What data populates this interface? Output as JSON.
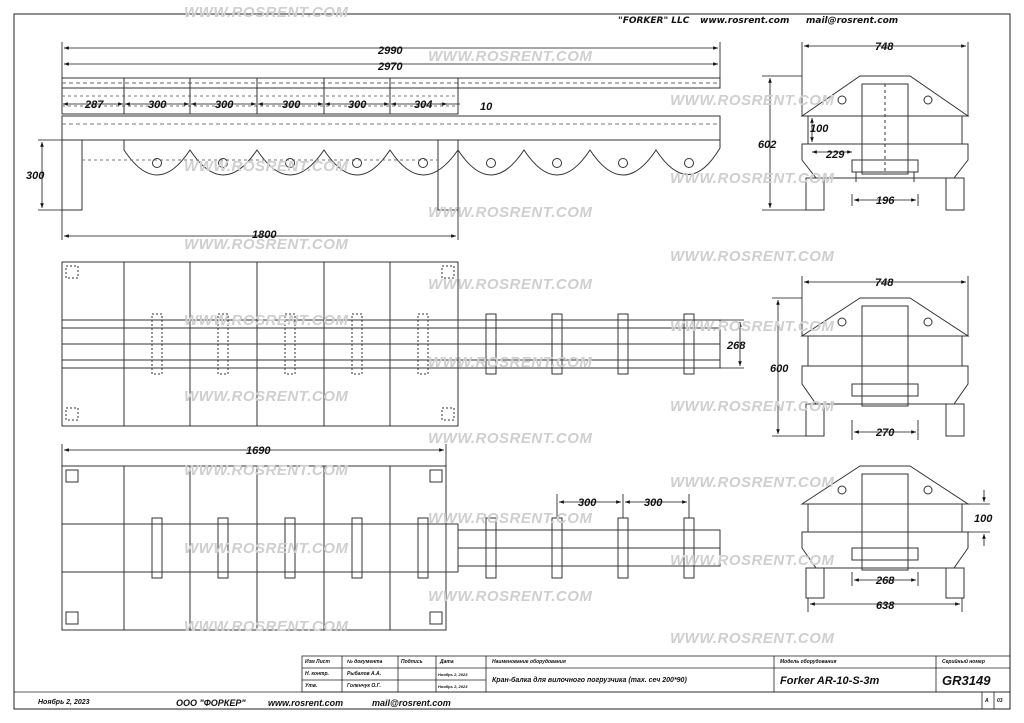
{
  "header": {
    "company": "\"FORKER\" LLC",
    "site": "www.rosrent.com",
    "email": "mail@rosrent.com"
  },
  "watermark": "WWW.ROSRENT.COM",
  "dims": {
    "total_length_1": "2990",
    "total_length_2": "2970",
    "seg_1": "287",
    "seg_2": "300",
    "seg_3": "300",
    "seg_4": "300",
    "seg_5": "300",
    "seg_6": "304",
    "gap": "10",
    "leg_height": "300",
    "base_length": "1800",
    "plan_width": "268",
    "lower_base_length": "1690",
    "pitch_1": "300",
    "pitch_2": "300",
    "end1_width": "748",
    "end1_height": "602",
    "end1_100": "100",
    "end1_229": "229",
    "end1_196": "196",
    "end2_width": "748",
    "end2_height": "600",
    "end2_270": "270",
    "end3_100": "100",
    "end3_268": "268",
    "end3_638": "638"
  },
  "title_block": {
    "col_izm": "Изм Лист",
    "col_doc": "№ документа",
    "col_sign": "Подпись",
    "col_date": "Дата",
    "row_check": "Н. контр.",
    "row_check_name": "Рыбалов А.А.",
    "row_check_date": "Ноябрь 2, 2023",
    "row_appr": "Утв.",
    "row_appr_name": "Голенчук О.Г.",
    "row_appr_date": "Ноябрь 2, 2023",
    "name_header": "Наименование оборудования",
    "name_value": "Кран-балка для вилочного погрузчика (max. сеч 200*90)",
    "model_header": "Модель оборудования",
    "model_value": "Forker AR-10-S-3m",
    "serial_header": "Серийный номер",
    "serial_value": "GR3149",
    "sheet_a": "А",
    "sheet_num": "03"
  },
  "footer": {
    "date": "Ноябрь 2, 2023",
    "company": "ООО \"ФОРКЕР\"",
    "site": "www.rosrent.com",
    "email": "mail@rosrent.com"
  }
}
